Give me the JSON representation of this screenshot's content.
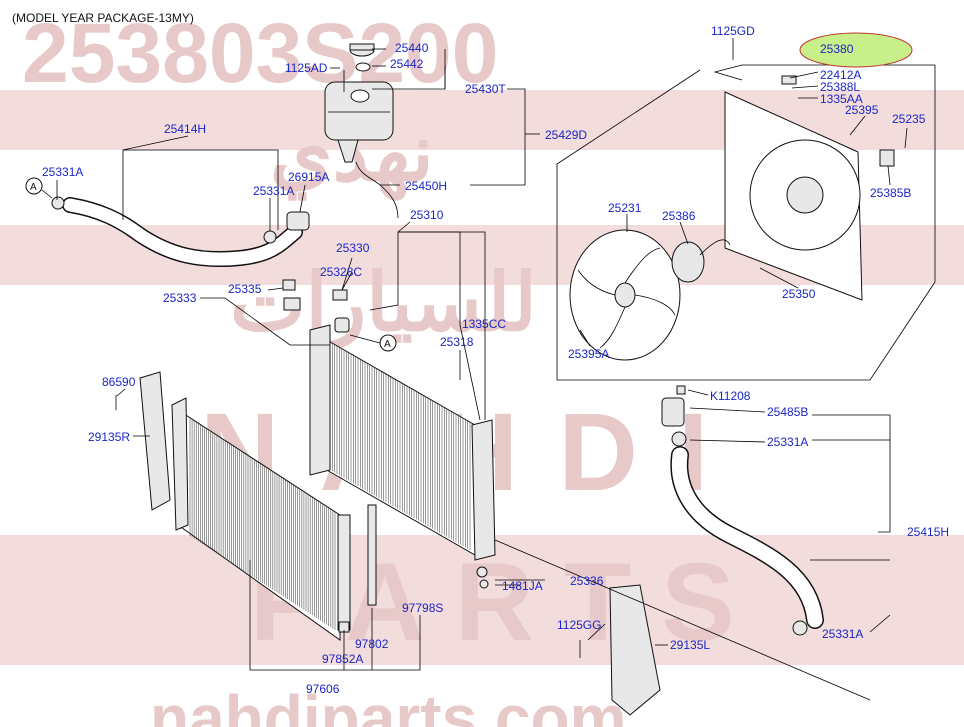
{
  "header": {
    "title": "(MODEL YEAR PACKAGE-13MY)",
    "part_number": "253803S200"
  },
  "watermark": {
    "line_ar_1": "نهدي",
    "line_ar_2": "للسيارات",
    "line_nahdi": "NAHDI",
    "line_parts": "PARTS",
    "url": "nahdiparts.com"
  },
  "highlight_color": "#c8ef8a",
  "labels": {
    "l25440": "25440",
    "l25442": "25442",
    "l1125AD": "1125AD",
    "l25430T": "25430T",
    "l25429D": "25429D",
    "l25450H": "25450H",
    "l25414H": "25414H",
    "l25331A_1": "25331A",
    "l26915A": "26915A",
    "l25331A_2": "25331A",
    "l25310": "25310",
    "l25330": "25330",
    "l25328C": "25328C",
    "l25335": "25335",
    "l25333": "25333",
    "l1335CC": "1335CC",
    "l25318": "25318",
    "l86590": "86590",
    "l29135R": "29135R",
    "l25336": "25336",
    "l1481JA": "1481JA",
    "l97798S": "97798S",
    "l97802": "97802",
    "l97852A": "97852A",
    "l97606": "97606",
    "l1125GD": "1125GD",
    "l25380": "25380",
    "l22412A": "22412A",
    "l25388L": "25388L",
    "l1335AA": "1335AA",
    "l25395": "25395",
    "l25235": "25235",
    "l25385B": "25385B",
    "l25231": "25231",
    "l25386": "25386",
    "l25350": "25350",
    "l25395A": "25395A",
    "lK11208": "K11208",
    "l25485B": "25485B",
    "l25331A_3": "25331A",
    "l25415H": "25415H",
    "l1125GG": "1125GG",
    "l29135L": "29135L",
    "l25331A_4": "25331A",
    "calloutA": "A"
  }
}
